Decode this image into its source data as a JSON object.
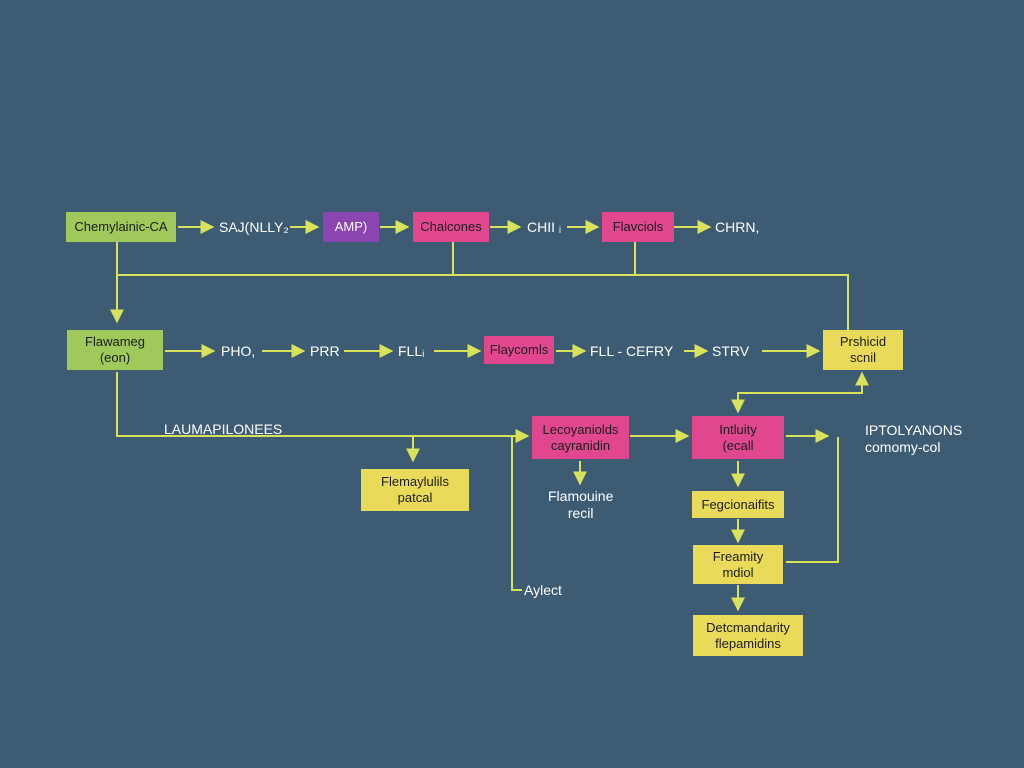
{
  "colors": {
    "background": "#3d5c73",
    "wire": "#d8e25a",
    "green": "#9fc95a",
    "purple": "#8a45b0",
    "magenta": "#e0478f",
    "yellow": "#e9da5a",
    "label": "#ffffff"
  },
  "nodes": {
    "chemylainic": "Chemylainic-CA",
    "amp": "AMP)",
    "chalcones": "Chalcones",
    "flavciols": "Flavciols",
    "flawameg_1": "Flawameg",
    "flawameg_2": "(eon)",
    "flaycomls": "Flaycomls",
    "prshicid_1": "Prshicid",
    "prshicid_2": "scnil",
    "leucoyanidids_1": "Lecoyaniolds",
    "leucoyanidids_2": "cayranidin",
    "intluity_1": "Intluity",
    "intluity_2": "(ecall",
    "flemaylullis_1": "Flemaylulils",
    "flemaylullis_2": "patcal",
    "fegcionalfits": "Fegcionaifits",
    "freamity_1": "Freamity",
    "freamity_2": "mdiol",
    "detcmandarity_1": "Detcmandarity",
    "detcmandarity_2": "flepamidins"
  },
  "labels": {
    "sajinlly": "SAJ(NLLY₂",
    "chii": "CHII ᵢ",
    "chrn": "CHRN,",
    "pho": "PHO,",
    "prr": "PRR",
    "fll": "FLLᵢ",
    "fll_cefry": "FLL - CEFRY",
    "strv": "STRV",
    "laumapilonees": "LAUMAPILONEES",
    "flamouine_1": "Flamouine",
    "flamouine_2": "recil",
    "aylect": "Aylect",
    "iptolyanons_1": "IPTOLYANONS",
    "iptolyanons_2": "comomy-col"
  }
}
